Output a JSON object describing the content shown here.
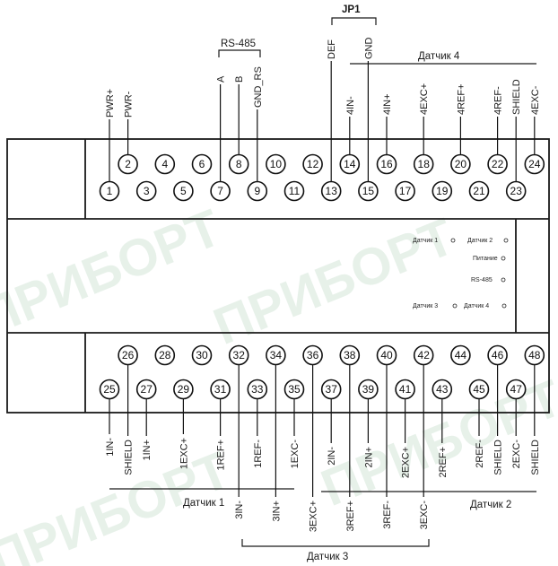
{
  "top_groups": {
    "jp1": "JP1",
    "rs485": "RS-485",
    "sensor4": "Датчик 4"
  },
  "bottom_groups": {
    "sensor1": "Датчик 1",
    "sensor2": "Датчик 2",
    "sensor3": "Датчик 3"
  },
  "indicators": {
    "sensor1": "Датчик 1",
    "sensor2": "Датчик 2",
    "power": "Питание",
    "rs485": "RS-485",
    "sensor3": "Датчик 3",
    "sensor4": "Датчик 4"
  },
  "watermark": "ПРИБОРТ",
  "top_terminals": [
    {
      "num": "1",
      "label": "PWR+"
    },
    {
      "num": "2",
      "label": "PWR-"
    },
    {
      "num": "3",
      "label": ""
    },
    {
      "num": "4",
      "label": ""
    },
    {
      "num": "5",
      "label": ""
    },
    {
      "num": "6",
      "label": ""
    },
    {
      "num": "7",
      "label": "A"
    },
    {
      "num": "8",
      "label": "B"
    },
    {
      "num": "9",
      "label": "GND_RS"
    },
    {
      "num": "10",
      "label": ""
    },
    {
      "num": "11",
      "label": ""
    },
    {
      "num": "12",
      "label": ""
    },
    {
      "num": "13",
      "label": "DEF"
    },
    {
      "num": "14",
      "label": "4IN-"
    },
    {
      "num": "15",
      "label": "GND"
    },
    {
      "num": "16",
      "label": "4IN+"
    },
    {
      "num": "17",
      "label": ""
    },
    {
      "num": "18",
      "label": "4EXC+"
    },
    {
      "num": "19",
      "label": ""
    },
    {
      "num": "20",
      "label": "4REF+"
    },
    {
      "num": "21",
      "label": ""
    },
    {
      "num": "22",
      "label": "4REF-"
    },
    {
      "num": "23",
      "label": "SHIELD"
    },
    {
      "num": "24",
      "label": "4EXC-"
    }
  ],
  "bottom_terminals": [
    {
      "num": "25",
      "label": "1IN-"
    },
    {
      "num": "26",
      "label": "SHIELD"
    },
    {
      "num": "27",
      "label": "1IN+"
    },
    {
      "num": "28",
      "label": ""
    },
    {
      "num": "29",
      "label": "1EXC+"
    },
    {
      "num": "30",
      "label": ""
    },
    {
      "num": "31",
      "label": "1REF+"
    },
    {
      "num": "32",
      "label": "3IN-"
    },
    {
      "num": "33",
      "label": "1REF-"
    },
    {
      "num": "34",
      "label": "3IN+"
    },
    {
      "num": "35",
      "label": "1EXC-"
    },
    {
      "num": "36",
      "label": "3EXC+"
    },
    {
      "num": "37",
      "label": "2IN-"
    },
    {
      "num": "38",
      "label": "3REF+"
    },
    {
      "num": "39",
      "label": "2IN+"
    },
    {
      "num": "40",
      "label": "3REF-"
    },
    {
      "num": "41",
      "label": "2EXC+"
    },
    {
      "num": "42",
      "label": "3EXC-"
    },
    {
      "num": "43",
      "label": "2REF+"
    },
    {
      "num": "44",
      "label": ""
    },
    {
      "num": "45",
      "label": "2REF-"
    },
    {
      "num": "46",
      "label": "SHIELD"
    },
    {
      "num": "47",
      "label": "2EXC-"
    },
    {
      "num": "48",
      "label": "SHIELD"
    }
  ]
}
